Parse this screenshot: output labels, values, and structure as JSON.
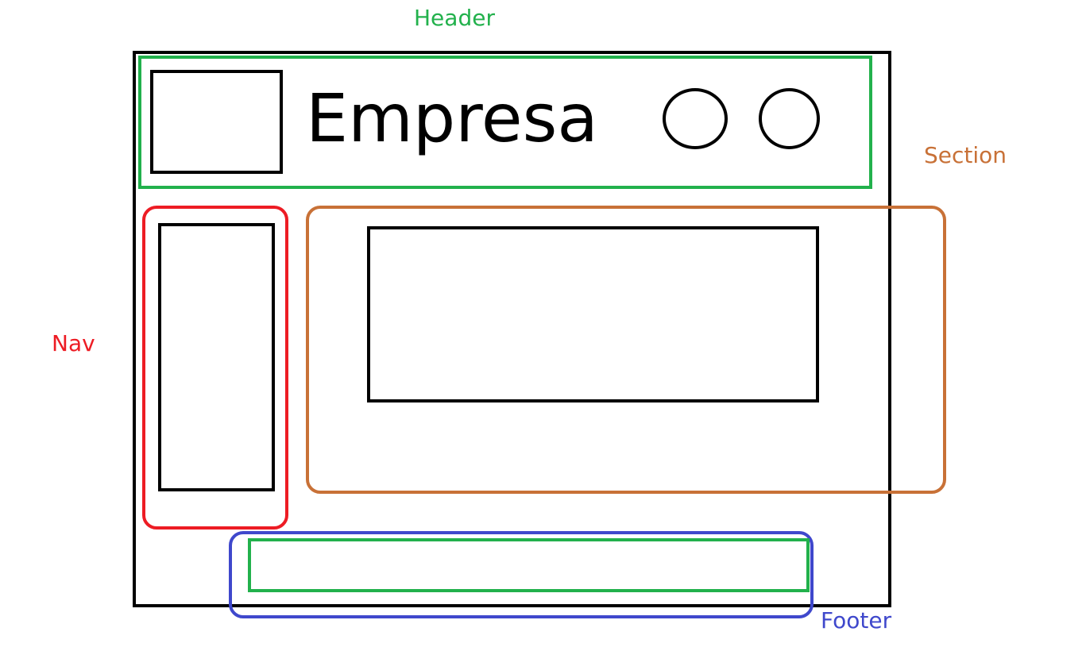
{
  "labels": {
    "header": "Header",
    "section": "Section",
    "nav": "Nav",
    "footer": "Footer"
  },
  "header": {
    "company_name": "Empresa"
  },
  "colors": {
    "header": "#22b14c",
    "section": "#c87137",
    "nav": "#ed1c24",
    "footer": "#3f48cc",
    "outline": "#000000"
  }
}
